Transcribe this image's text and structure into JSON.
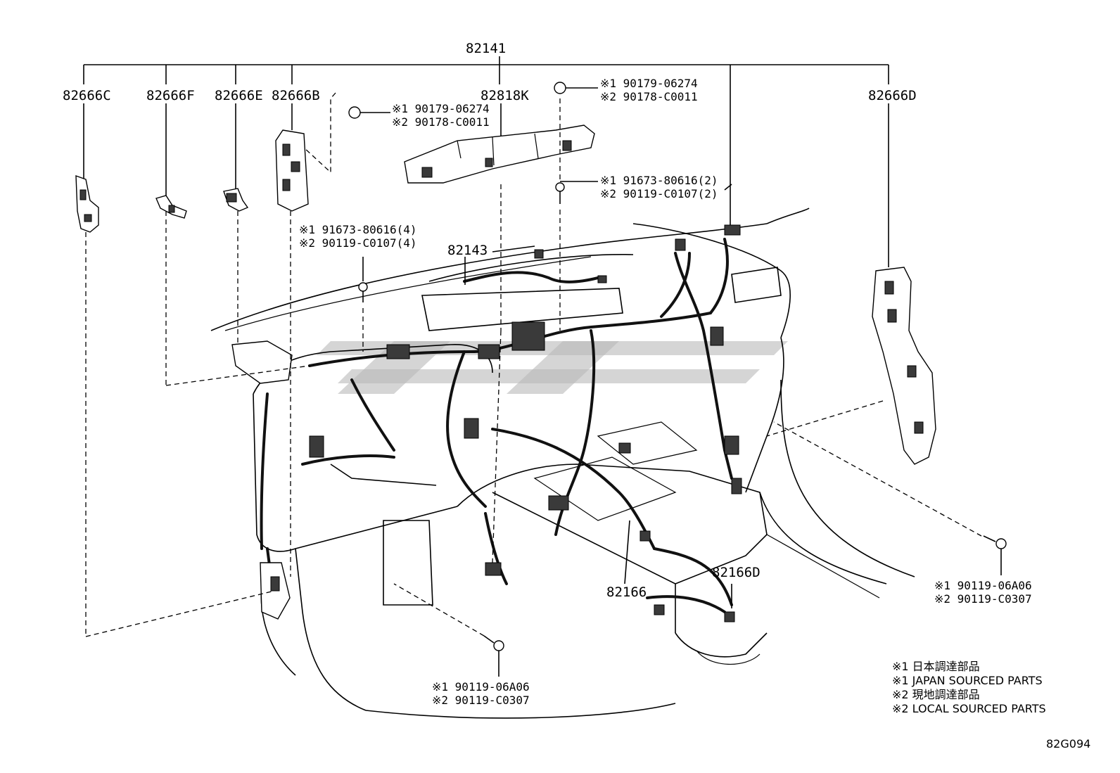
{
  "title_part": "82141",
  "parts": {
    "p82666C": "82666C",
    "p82666F": "82666F",
    "p82666E": "82666E",
    "p82666B": "82666B",
    "p82818K": "82818K",
    "p82666D": "82666D",
    "p82143": "82143",
    "p82166": "82166",
    "p82166D": "82166D"
  },
  "fasteners": {
    "clip_left": [
      "※1 90179-06274",
      "※2 90178-C0011"
    ],
    "clip_top": [
      "※1 90179-06274",
      "※2 90178-C0011"
    ],
    "bolt_mid2": [
      "※1 91673-80616(2)",
      "※2 90119-C0107(2)"
    ],
    "bolt_left4": [
      "※1 91673-80616(4)",
      "※2 90119-C0107(4)"
    ],
    "bolt_right": [
      "※1 90119-06A06",
      "※2 90119-C0307"
    ],
    "bolt_bottom": [
      "※1 90119-06A06",
      "※2 90119-C0307"
    ]
  },
  "notes": [
    "※1 日本調達部品",
    "※1 JAPAN SOURCED PARTS",
    "※2 現地調達部品",
    "※2 LOCAL SOURCED PARTS"
  ],
  "diagram_code": "82G094"
}
